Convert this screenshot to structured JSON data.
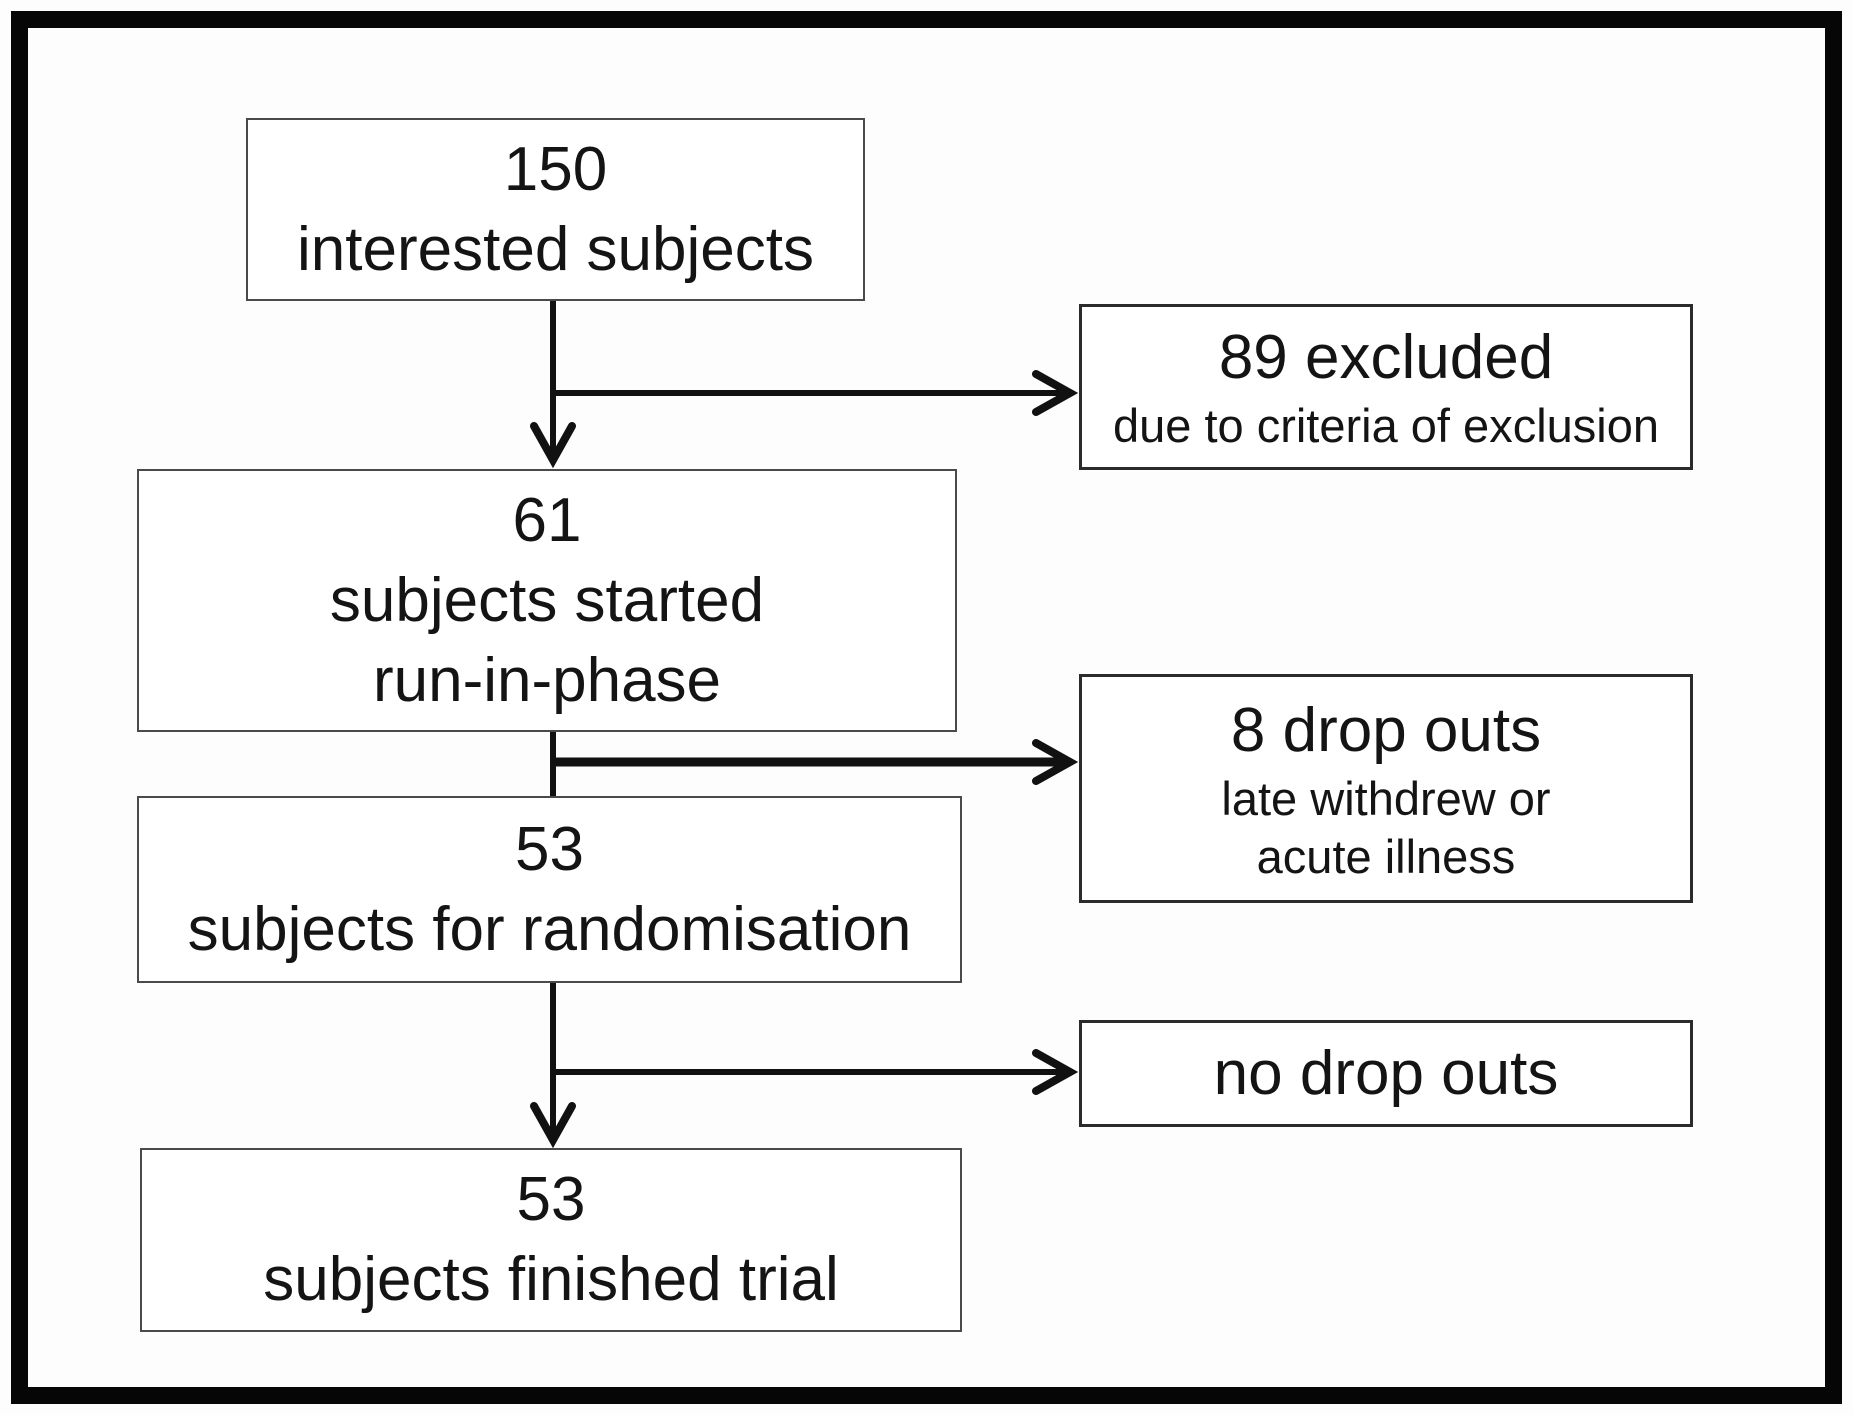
{
  "flow": {
    "figure_type": "trial-flow-diagram",
    "main_boxes": [
      {
        "id": "interested-subjects",
        "lines": [
          "150",
          "interested subjects"
        ]
      },
      {
        "id": "run-in-phase",
        "lines": [
          "61",
          "subjects started",
          "run-in-phase"
        ]
      },
      {
        "id": "randomisation",
        "lines": [
          "53",
          "subjects for randomisation"
        ]
      },
      {
        "id": "finished-trial",
        "lines": [
          "53",
          "subjects finished trial"
        ]
      }
    ],
    "side_boxes": [
      {
        "id": "excluded",
        "headline": "89 excluded",
        "sublines": [
          "due to criteria of exclusion"
        ]
      },
      {
        "id": "dropouts-run-in",
        "headline": "8 drop outs",
        "sublines": [
          "late withdrew or",
          "acute illness"
        ]
      },
      {
        "id": "dropouts-trial",
        "headline": "no drop outs",
        "sublines": []
      }
    ],
    "colors": {
      "frame": "#060606",
      "connector": "#111111",
      "main_box_border": "#4a4a4a",
      "side_box_border": "#2b2b2b",
      "text": "#141414",
      "background": "#ffffff"
    }
  }
}
